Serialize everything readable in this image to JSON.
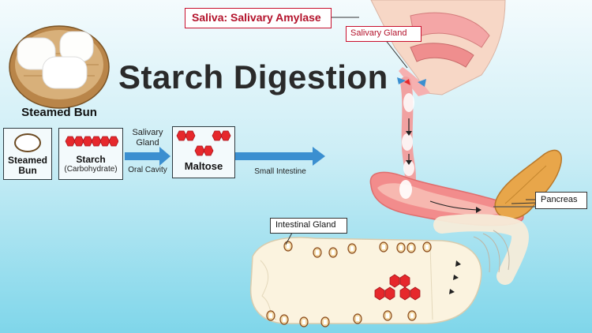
{
  "title": "Starch Digestion",
  "food_label": "Steamed Bun",
  "process": {
    "step1": {
      "line1": "Steamed",
      "line2": "Bun"
    },
    "step2": {
      "name": "Starch",
      "sub": "(Carbohydrate)"
    },
    "arrow1": {
      "top_line1": "Salivary",
      "top_line2": "Gland",
      "bottom": "Oral Cavity"
    },
    "step3": {
      "name": "Maltose"
    },
    "arrow2": {
      "bottom": "Small Intestine"
    }
  },
  "callouts": {
    "saliva": "Saliva: Salivary Amylase",
    "salivary_gland": "Salivary Gland",
    "pancreas": "Pancreas",
    "intestinal_gland": "Intestinal Gland"
  },
  "colors": {
    "accent_red": "#c8102e",
    "hexagon_red": "#e6282c",
    "arrow_blue": "#3b8fd0"
  }
}
